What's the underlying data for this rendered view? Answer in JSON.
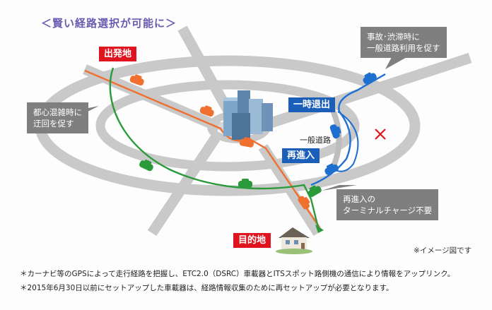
{
  "title": "＜賢い経路選択が可能に＞",
  "labels": {
    "start": "出発地",
    "destination": "目的地",
    "exit": "一時退出",
    "reentry": "再進入",
    "general_road": "一般道路"
  },
  "callouts": {
    "accident": [
      "事故･渋滞時に",
      "一般道路利用を促す"
    ],
    "detour": [
      "都心混雑時に",
      "迂回を促す"
    ],
    "reentry": [
      "再進入の",
      "ターミナルチャージ不要"
    ]
  },
  "image_note": "※イメージ図です",
  "footnotes": [
    "＊カーナビ等のGPSによって走行経路を把握し、ETC2.0（DSRC）車載器とITSスポット路側機の通信により情報をアップリンク。",
    "＊2015年6月30日以前にセットアップした車載器は、経路情報収集のために再セットアップが必要となります。"
  ],
  "colors": {
    "title": "#6a5bb0",
    "route_orange": "#f07030",
    "route_green": "#2a9a3a",
    "route_blue": "#1e6fd0",
    "tag_red": "#e0141e",
    "tag_blue": "#1b5fb8",
    "callout_gray": "#7f7f7f",
    "road_gray": "#c8c8c8",
    "blocked_x": "#e0141e"
  },
  "icons": [
    "car-icon",
    "building-icon",
    "house-icon",
    "blocked-x-icon"
  ]
}
